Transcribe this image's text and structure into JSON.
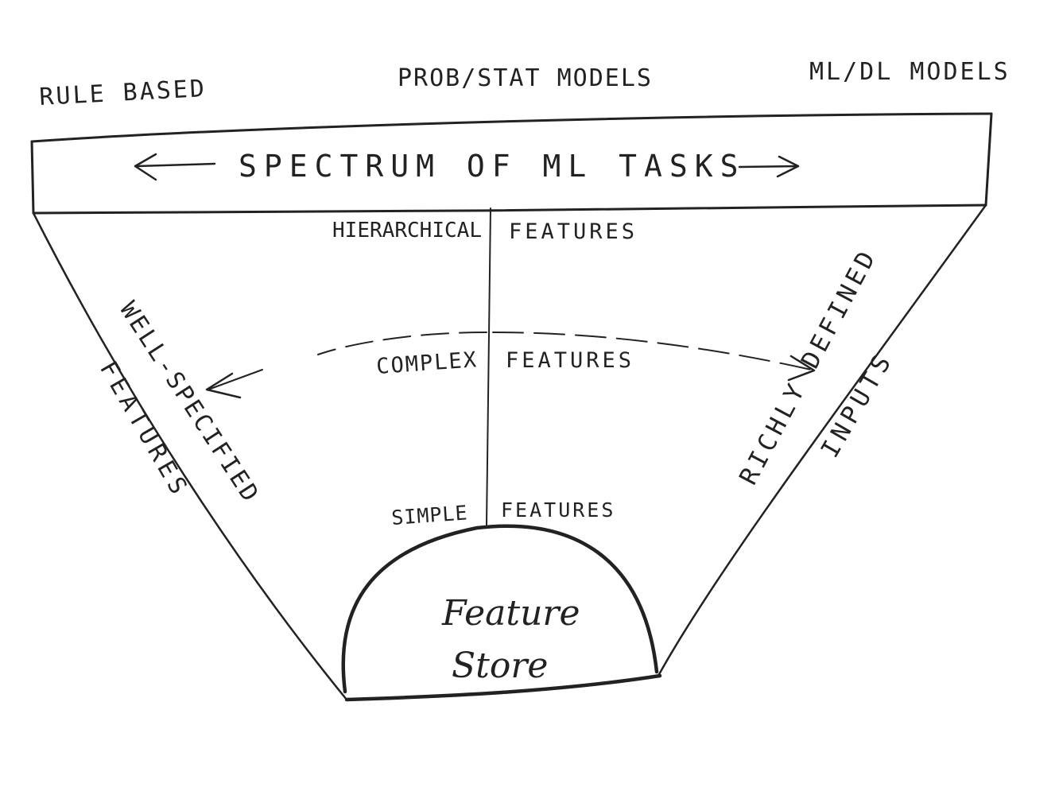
{
  "top_labels": {
    "rule_based": "RULE BASED",
    "prob_stat": "PROB/STAT MODELS",
    "ml_dl": "ML/DL MODELS"
  },
  "band_label": "SPECTRUM OF ML TASKS",
  "layers": {
    "hierarchical_left": "HIERARCHICAL",
    "hierarchical_right": "FEATURES",
    "complex_left": "COMPLEX",
    "complex_right": "FEATURES",
    "simple_left": "SIMPLE",
    "simple_right": "FEATURES"
  },
  "left_side": {
    "line1": "WELL-SPECIFIED",
    "line2": "FEATURES"
  },
  "right_side": {
    "line1": "RICHLY DEFINED",
    "line2": "INPUTS"
  },
  "store": {
    "line1": "Feature",
    "line2": "Store"
  }
}
